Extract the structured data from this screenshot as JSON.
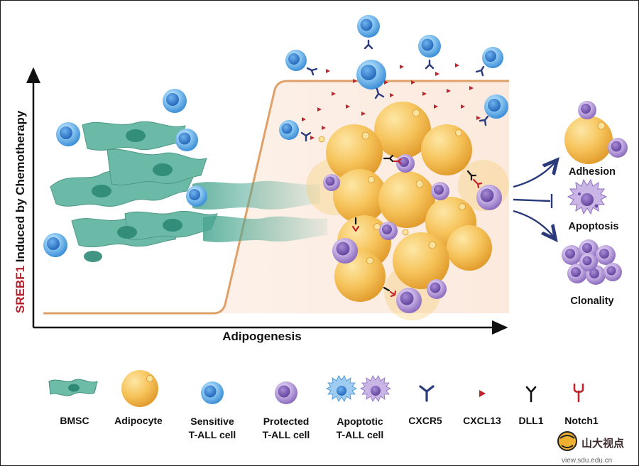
{
  "axes": {
    "y_label_highlight": "SREBF1",
    "y_label_rest": " Induced by Chemotherapy",
    "x_label": "Adipogenesis"
  },
  "outcomes": [
    {
      "id": "adhesion",
      "label": "Adhesion",
      "effect": "promotes"
    },
    {
      "id": "apoptosis",
      "label": "Apoptosis",
      "effect": "inhibits"
    },
    {
      "id": "clonality",
      "label": "Clonality",
      "effect": "promotes"
    }
  ],
  "legend": {
    "bmsc": "BMSC",
    "adipocyte": "Adipocyte",
    "sensitive": [
      "Sensitive",
      "T-ALL cell"
    ],
    "protected": [
      "Protected",
      "T-ALL cell"
    ],
    "apoptotic": [
      "Apoptotic",
      "T-ALL cell"
    ],
    "cxcr5": "CXCR5",
    "cxcl13": "CXCL13",
    "dll1": "DLL1",
    "notch1": "Notch1"
  },
  "watermark": {
    "title": "山大视点",
    "url": "view.sdu.edu.cn"
  },
  "colors": {
    "srebf1": "#b8202a",
    "bmsc": "#3f9f8a",
    "adipocyte": "#f2b840",
    "sensitive": "#2f86d6",
    "protected": "#8e6cc0",
    "cxcr5": "#2b3a7a",
    "cxcl13": "#c0242c",
    "dll1": "#111111",
    "notch1": "#c0242c"
  }
}
